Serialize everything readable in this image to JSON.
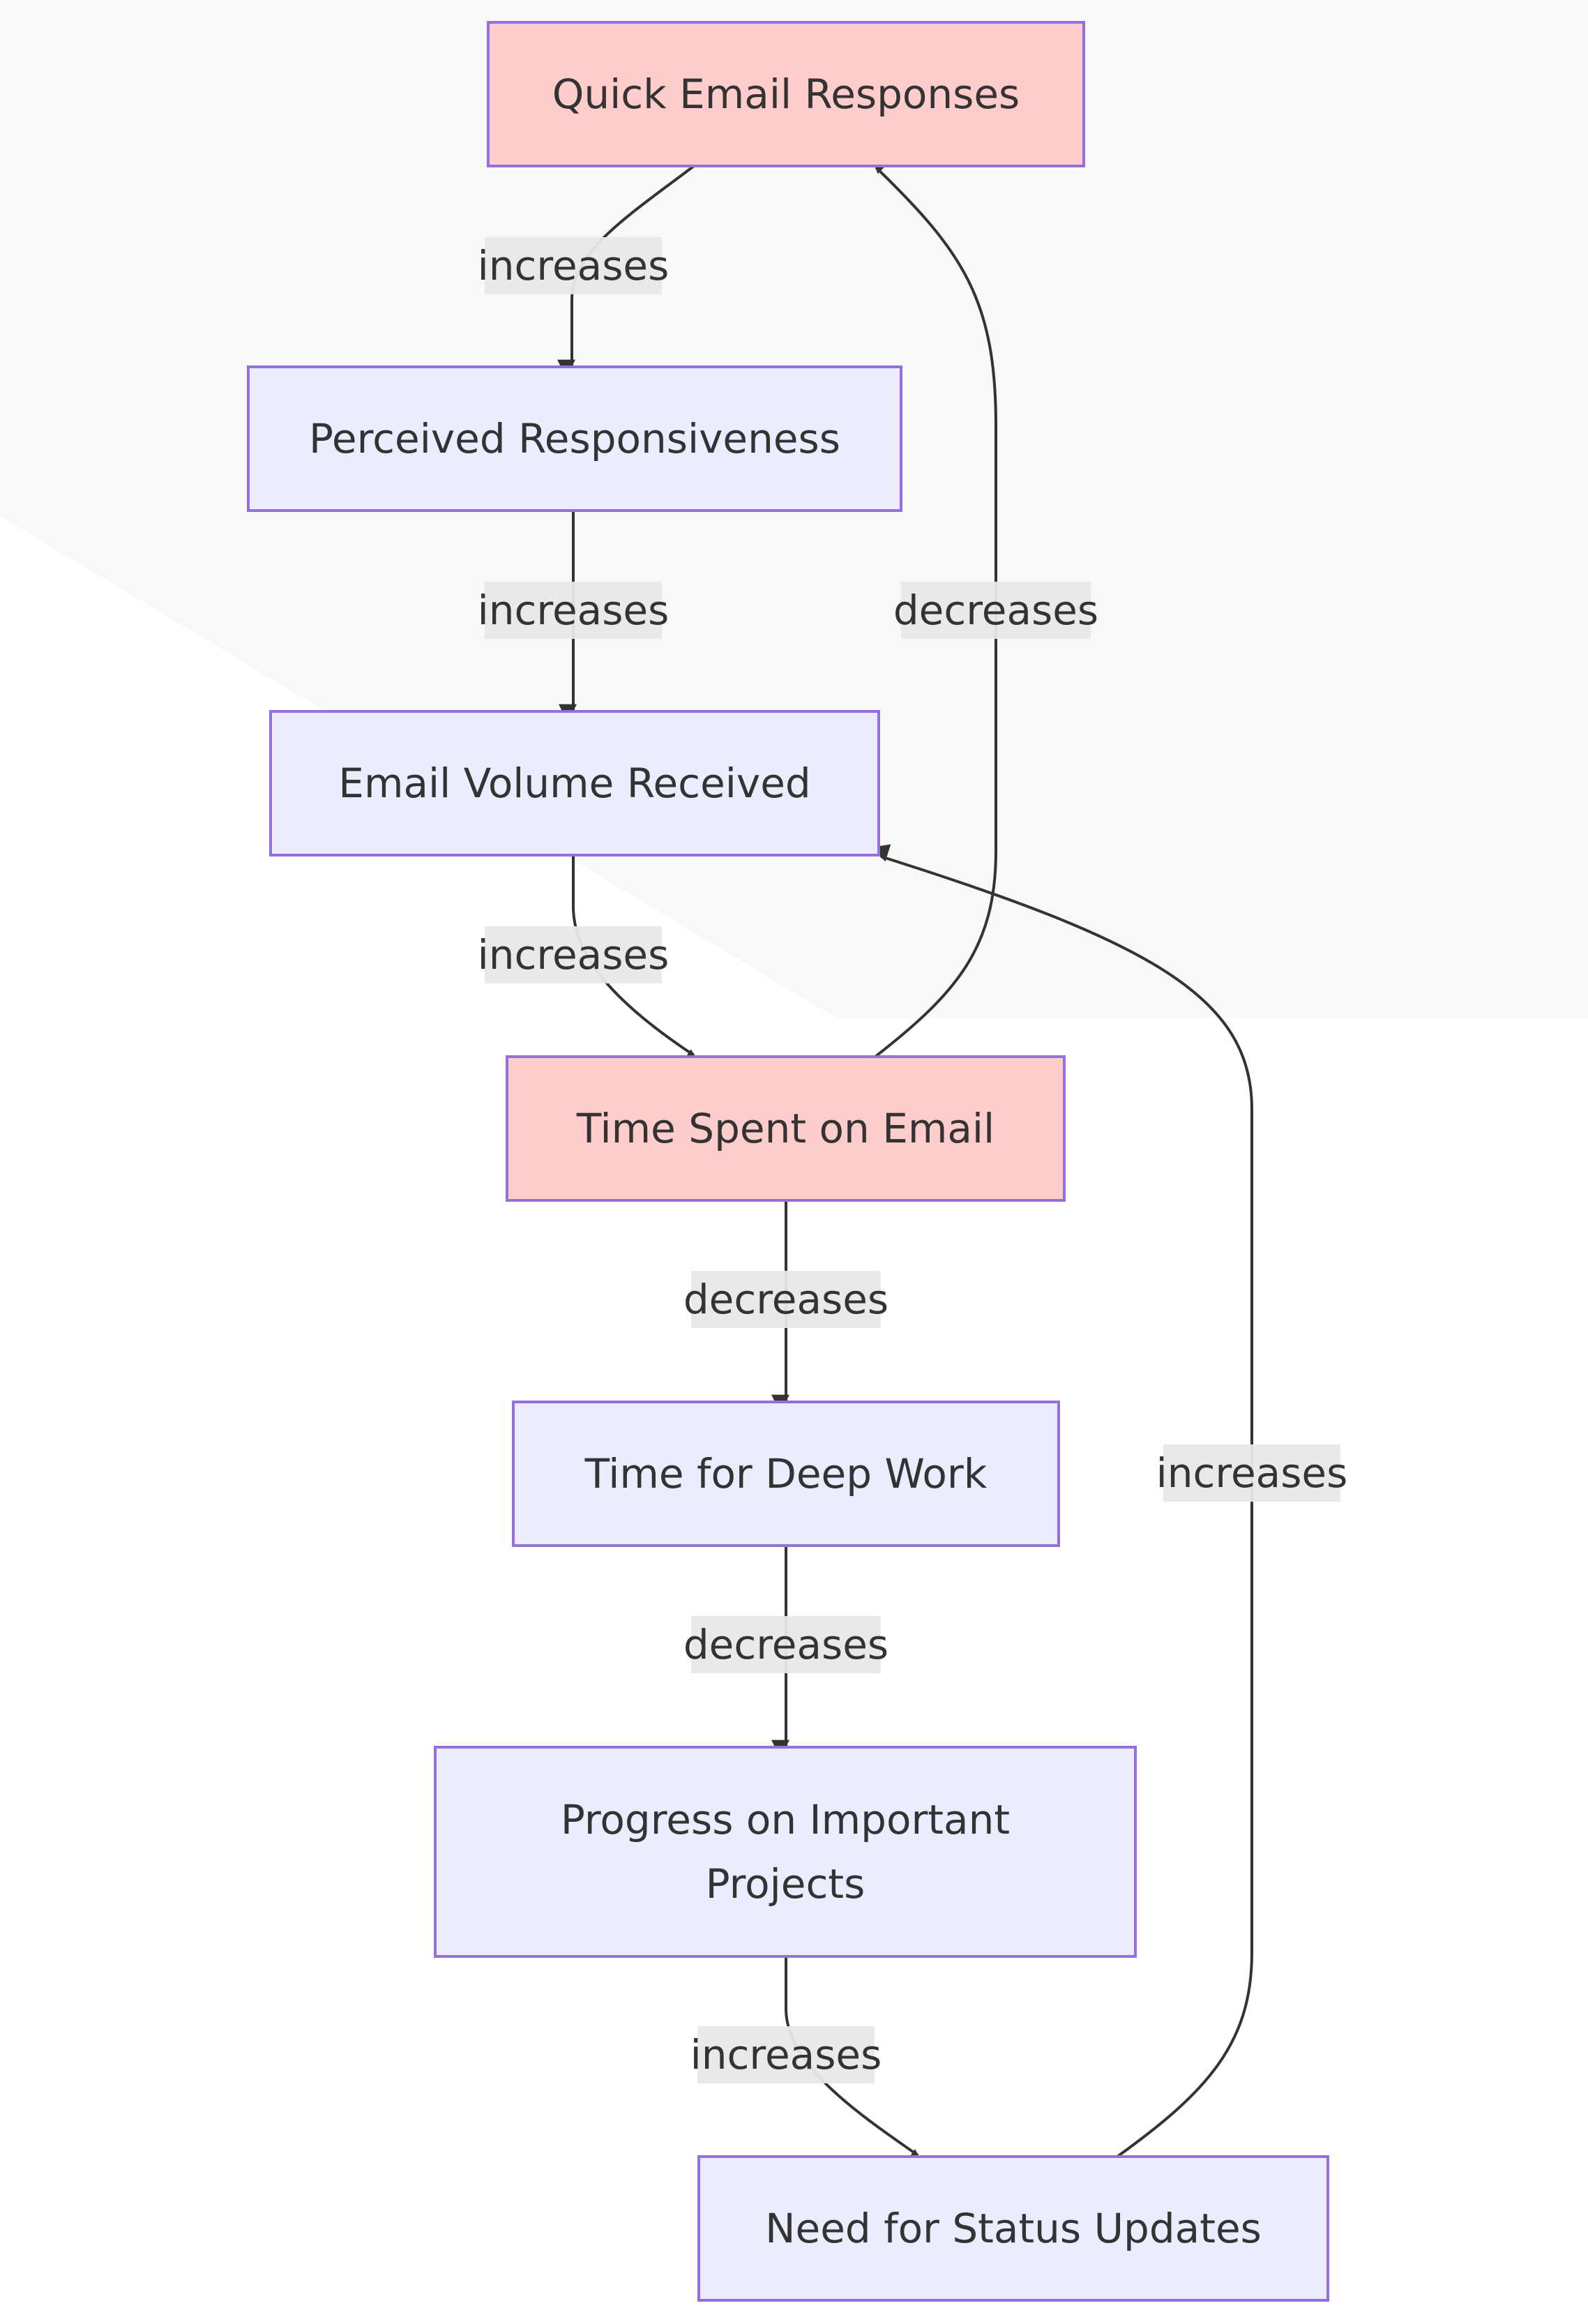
{
  "colors": {
    "node_fill": "#ececff",
    "node_highlight_fill": "#ffcccc",
    "node_stroke": "#9370db",
    "edge": "#333333",
    "label_bg": "#e8e8e8",
    "text": "#333333"
  },
  "nodes": [
    {
      "id": "quick_email_responses",
      "lines": [
        "Quick Email Responses"
      ],
      "highlight": true
    },
    {
      "id": "perceived_responsiveness",
      "lines": [
        "Perceived Responsiveness"
      ],
      "highlight": false
    },
    {
      "id": "email_volume_received",
      "lines": [
        "Email Volume Received"
      ],
      "highlight": false
    },
    {
      "id": "time_spent_on_email",
      "lines": [
        "Time Spent on Email"
      ],
      "highlight": true
    },
    {
      "id": "time_for_deep_work",
      "lines": [
        "Time for Deep Work"
      ],
      "highlight": false
    },
    {
      "id": "progress_on_important_projects",
      "lines": [
        "Progress on Important",
        "Projects"
      ],
      "highlight": false
    },
    {
      "id": "need_for_status_updates",
      "lines": [
        "Need for Status Updates"
      ],
      "highlight": false
    }
  ],
  "edges": [
    {
      "from": "quick_email_responses",
      "to": "perceived_responsiveness",
      "label": "increases"
    },
    {
      "from": "perceived_responsiveness",
      "to": "email_volume_received",
      "label": "increases"
    },
    {
      "from": "email_volume_received",
      "to": "time_spent_on_email",
      "label": "increases"
    },
    {
      "from": "time_spent_on_email",
      "to": "quick_email_responses",
      "label": "decreases"
    },
    {
      "from": "time_spent_on_email",
      "to": "time_for_deep_work",
      "label": "decreases"
    },
    {
      "from": "time_for_deep_work",
      "to": "progress_on_important_projects",
      "label": "decreases"
    },
    {
      "from": "progress_on_important_projects",
      "to": "need_for_status_updates",
      "label": "increases"
    },
    {
      "from": "need_for_status_updates",
      "to": "email_volume_received",
      "label": "increases"
    }
  ]
}
